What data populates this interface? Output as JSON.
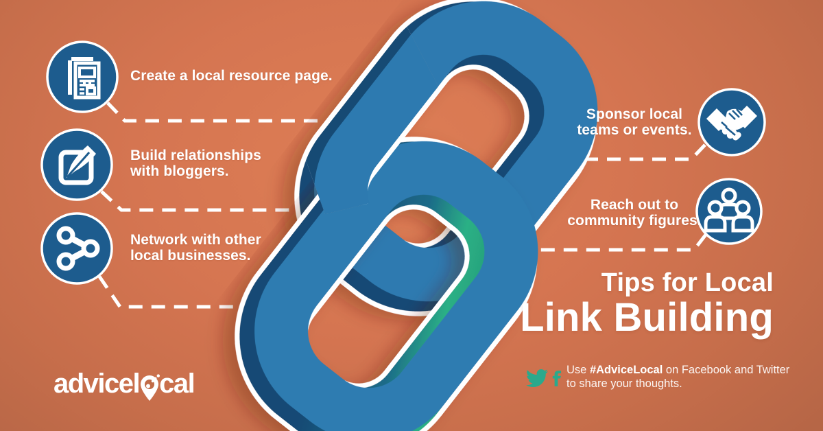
{
  "title": {
    "line1": "Tips for Local",
    "line2": "Link Building"
  },
  "tips": [
    {
      "icon": "newspaper-icon",
      "lines": [
        "Create a local resource page."
      ]
    },
    {
      "icon": "compose-pencil-icon",
      "lines": [
        "Build relationships",
        "with bloggers."
      ]
    },
    {
      "icon": "share-network-icon",
      "lines": [
        "Network with other",
        "local businesses."
      ]
    },
    {
      "icon": "handshake-icon",
      "lines": [
        "Sponsor local",
        "teams or events."
      ]
    },
    {
      "icon": "community-people-icon",
      "lines": [
        "Reach out to",
        "community figures."
      ]
    }
  ],
  "social": {
    "use_prefix": "Use ",
    "hashtag": "#AdviceLocal",
    "line1_suffix": " on Facebook and Twitter",
    "line2": "to share your thoughts."
  },
  "logo": {
    "part1": "advicel",
    "part2": "cal",
    "full_name": "advicelocal"
  },
  "colors": {
    "background_center": "#de7e55",
    "background_edge": "#b26445",
    "icon_circle_blue": "#1d5c8e",
    "chain_face_blue": "#2e7cb1",
    "chain_extrusion_navy": "#164a74",
    "chain_green": "#2cb184",
    "social_teal": "#2aa98c",
    "text_white": "#ffffff"
  }
}
